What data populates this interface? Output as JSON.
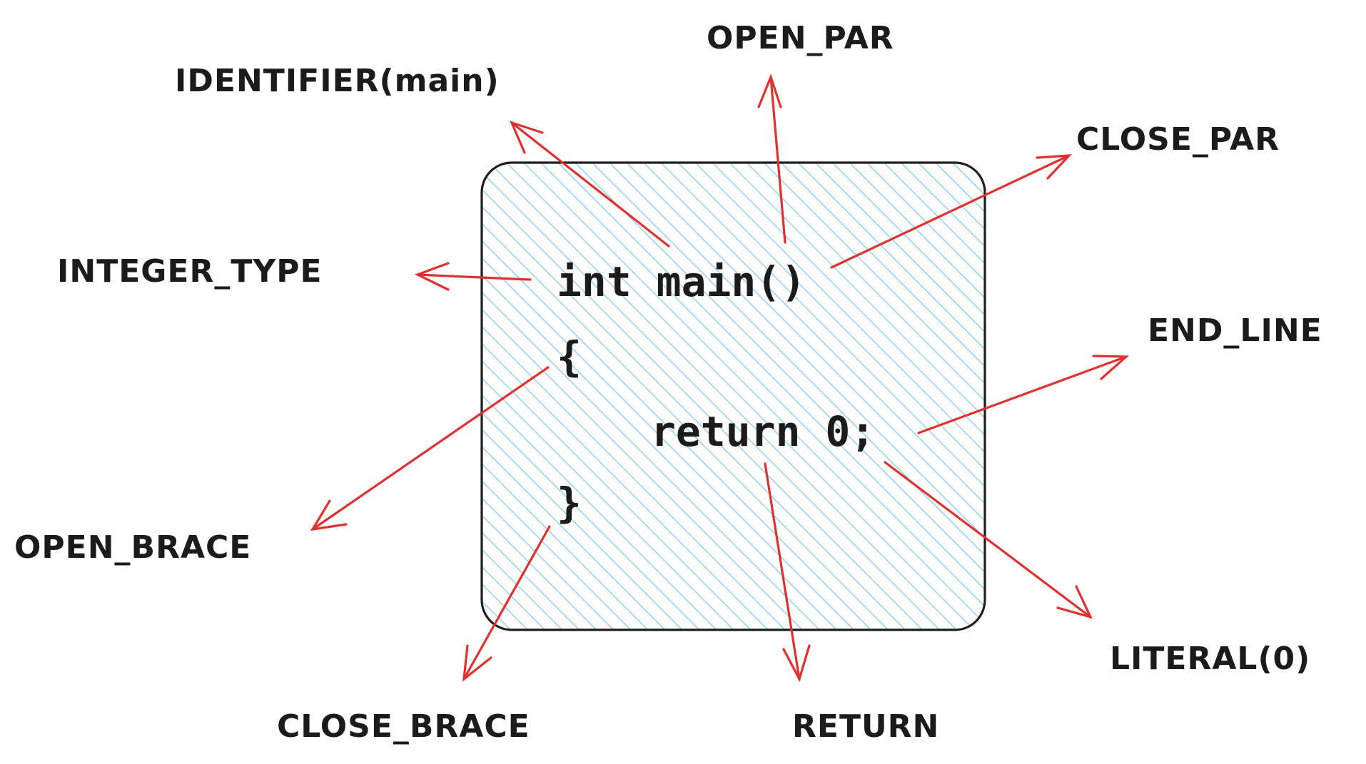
{
  "code": {
    "line1": "int main()",
    "line2": "{",
    "line3": "return 0;",
    "line4": "}"
  },
  "tokens": {
    "identifier": "IDENTIFIER(main)",
    "open_par": "OPEN_PAR",
    "close_par": "CLOSE_PAR",
    "integer_type": "INTEGER_TYPE",
    "end_line": "END_LINE",
    "open_brace": "OPEN_BRACE",
    "literal": "LITERAL(0)",
    "close_brace": "CLOSE_BRACE",
    "return": "RETURN"
  },
  "colors": {
    "arrow": "#e03131",
    "hatch": "#74c0fc",
    "outline": "#1e1e1e",
    "text": "#1b1b1b"
  }
}
